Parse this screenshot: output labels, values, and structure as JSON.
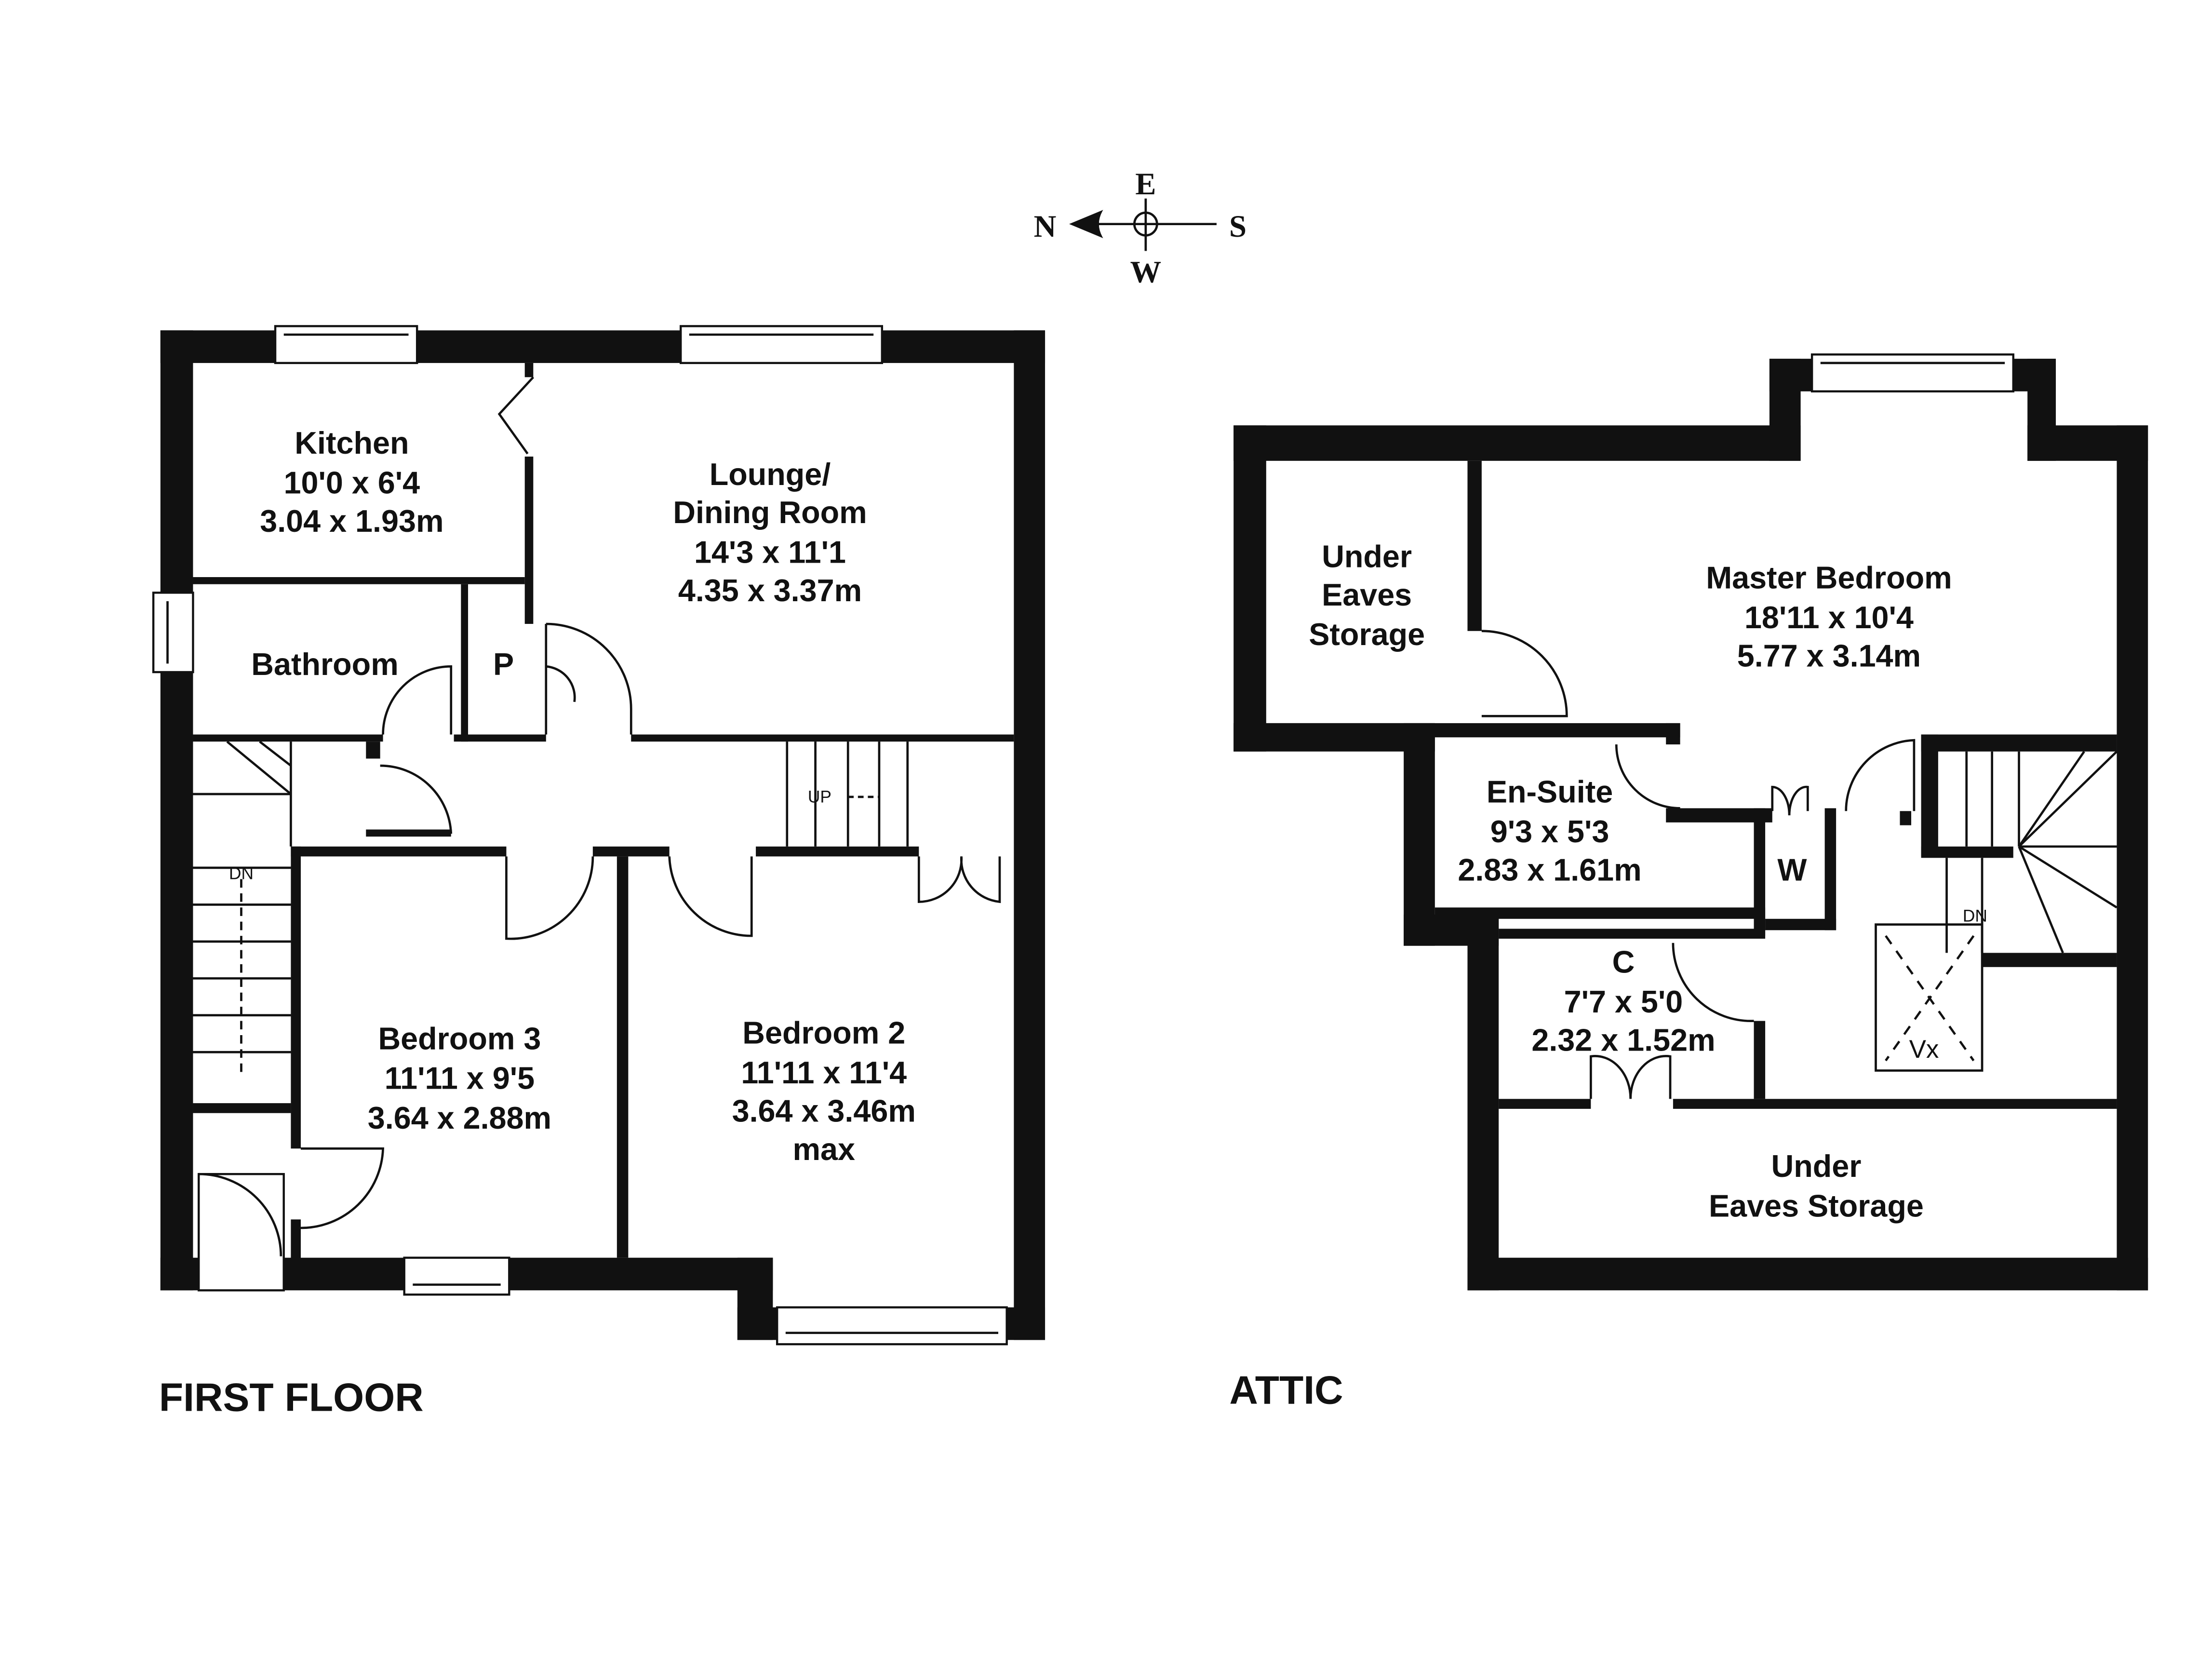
{
  "compass": {
    "n": "N",
    "e": "E",
    "s": "S",
    "w": "W"
  },
  "first_floor": {
    "title": "FIRST FLOOR",
    "rooms": {
      "kitchen": {
        "name": "Kitchen",
        "imperial": "10'0 x 6'4",
        "metric": "3.04 x 1.93m"
      },
      "lounge": {
        "name1": "Lounge/",
        "name2": "Dining Room",
        "imperial": "14'3 x 11'1",
        "metric": "4.35 x 3.37m"
      },
      "bathroom": {
        "name": "Bathroom"
      },
      "pantry": {
        "name": "P"
      },
      "bedroom3": {
        "name": "Bedroom 3",
        "imperial": "11'11 x 9'5",
        "metric": "3.64 x 2.88m"
      },
      "bedroom2": {
        "name": "Bedroom 2",
        "imperial": "11'11 x 11'4",
        "metric": "3.64 x 3.46m",
        "note": "max"
      }
    },
    "stairs_up": "UP",
    "stairs_down": "DN"
  },
  "attic": {
    "title": "ATTIC",
    "rooms": {
      "storage1": {
        "l1": "Under",
        "l2": "Eaves",
        "l3": "Storage"
      },
      "master": {
        "name": "Master Bedroom",
        "imperial": "18'11 x 10'4",
        "metric": "5.77 x 3.14m"
      },
      "ensuite": {
        "name": "En-Suite",
        "imperial": "9'3 x 5'3",
        "metric": "2.83 x 1.61m"
      },
      "wardrobe": {
        "name": "W"
      },
      "cupboard": {
        "name": "C",
        "imperial": "7'7 x 5'0",
        "metric": "2.32 x 1.52m"
      },
      "storage2": {
        "l1": "Under",
        "l2": "Eaves Storage"
      }
    },
    "void": "Vx",
    "stairs_down": "DN"
  }
}
